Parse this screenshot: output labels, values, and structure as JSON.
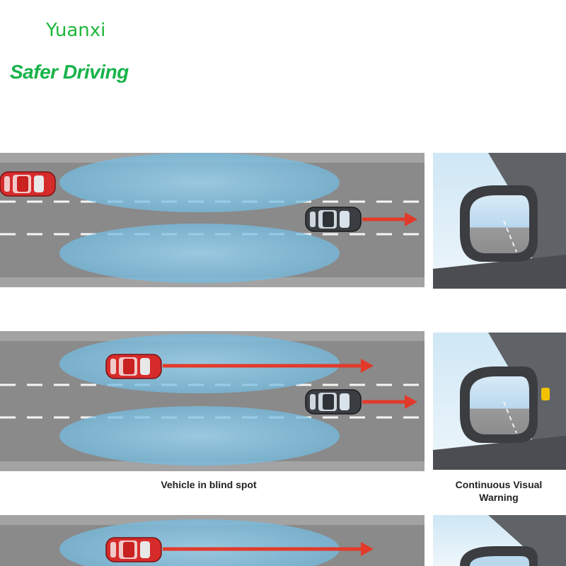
{
  "header": {
    "brand_name": "Yuanxi",
    "tagline": "Safer Driving"
  },
  "panels": [
    {
      "road_caption": "",
      "mirror_caption": "",
      "mirror_warning_light": false
    },
    {
      "road_caption": "Vehicle in blind spot",
      "mirror_caption": "Continuous Visual Warning",
      "mirror_warning_light": true
    },
    {
      "road_caption": "",
      "mirror_caption": "",
      "mirror_warning_light": false
    }
  ],
  "colors": {
    "brand_green": "#1fb83a",
    "road": "#8a8a8a",
    "detection_zone": "#7fc3e6",
    "red_car": "#d62b2b",
    "arrow": "#e23a2a",
    "warning_light": "#f2c200"
  }
}
